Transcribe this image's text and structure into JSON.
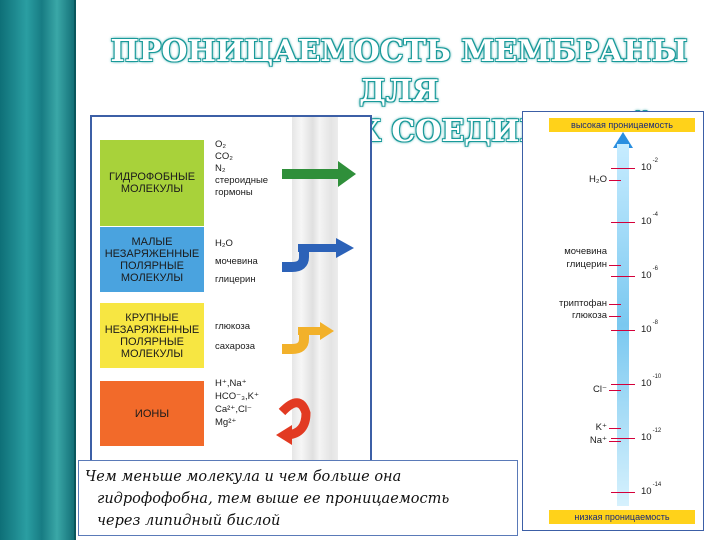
{
  "title": {
    "line1": "ПРОНИЦАЕМОСТЬ МЕМБРАНЫ ДЛЯ",
    "line2": "РАЗЛИЧНЫХ СОЕДИНЕНИЙ"
  },
  "left_figure": {
    "groups": [
      {
        "label": "ГИДРОФОБНЫЕ МОЛЕКУЛЫ",
        "color": "#a8d23a",
        "items": [
          "O₂",
          "CO₂",
          "N₂",
          "стероидные",
          "гормоны"
        ],
        "arrow_color": "#2f8f3a"
      },
      {
        "label": "МАЛЫЕ НЕЗАРЯЖЕННЫЕ ПОЛЯРНЫЕ МОЛЕКУЛЫ",
        "color": "#4aa3df",
        "items": [
          "H₂O",
          "мочевина",
          "глицерин"
        ],
        "arrow_color": "#2c62b8"
      },
      {
        "label": "КРУПНЫЕ НЕЗАРЯЖЕННЫЕ ПОЛЯРНЫЕ МОЛЕКУЛЫ",
        "color": "#f7e642",
        "items": [
          "глюкоза",
          "сахароза"
        ],
        "arrow_color": "#f2b12a"
      },
      {
        "label": "ИОНЫ",
        "color": "#f26a2a",
        "items": [
          "H⁺,Na⁺",
          "HCO⁻₃,K⁺",
          "Ca²⁺,Cl⁻",
          "Mg²⁺"
        ],
        "arrow_color": "#e23a22"
      }
    ]
  },
  "caption": {
    "line1": "Чем меньше молекула и чем больше она",
    "line2": "гидрофофобна, тем выше ее проницаемость",
    "line3": "через липидный бислой"
  },
  "right_figure": {
    "top_label": "высокая проницаемость",
    "bottom_label": "низкая проницаемость",
    "base": "10",
    "exponents": [
      "-2",
      "-4",
      "-6",
      "-8",
      "-10",
      "-12",
      "-14"
    ],
    "molecules": [
      {
        "text": "H₂O"
      },
      {
        "text": "мочевина"
      },
      {
        "text": "глицерин"
      },
      {
        "text": "триптофан"
      },
      {
        "text": "глюкоза"
      },
      {
        "text": "Cl⁻"
      },
      {
        "text": "K⁺"
      },
      {
        "text": "Na⁺"
      }
    ]
  }
}
